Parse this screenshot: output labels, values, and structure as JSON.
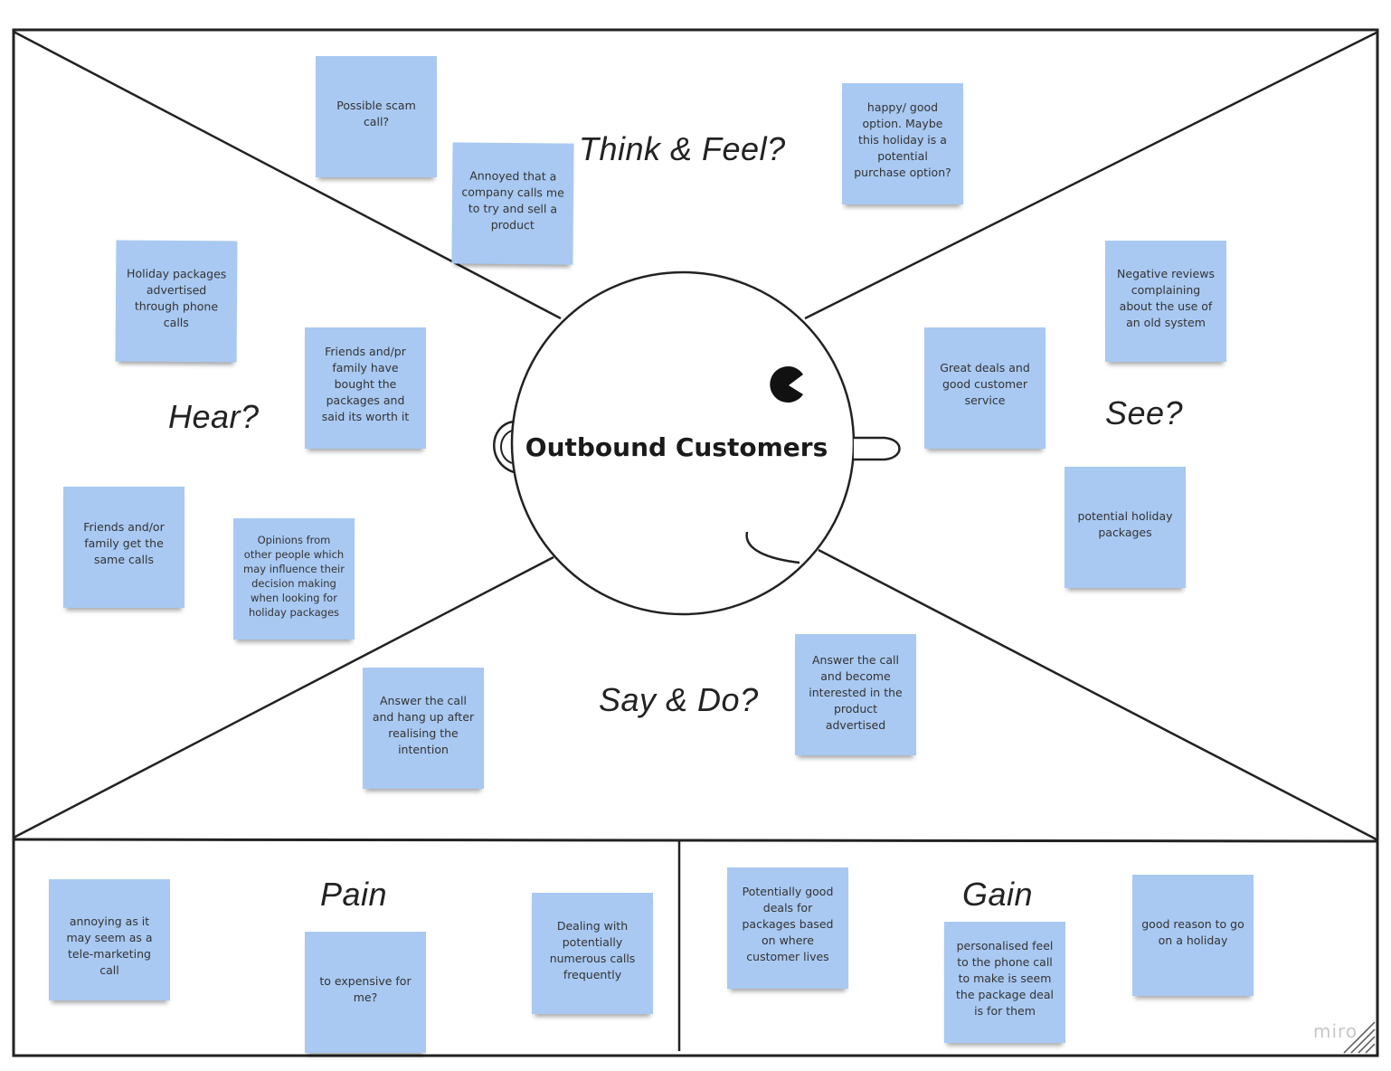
{
  "center": {
    "title": "Outbound Customers"
  },
  "sections": {
    "think_feel": "Think & Feel?",
    "hear": "Hear?",
    "see": "See?",
    "say_do": "Say & Do?",
    "pain": "Pain",
    "gain": "Gain"
  },
  "notes": {
    "think_feel": [
      "Possible scam call?",
      "Annoyed that a company calls me to try and sell a product",
      "happy/ good option. Maybe this holiday is a potential purchase option?"
    ],
    "hear": [
      "Holiday packages advertised through phone calls",
      "Friends and/pr family have bought the packages and said its worth it",
      "Friends and/or family get the same calls",
      "Opinions from other people which may influence their decision making when looking for holiday packages"
    ],
    "see": [
      "Negative reviews complaining about the use of an old system",
      "Great deals and good customer service",
      "potential holiday packages"
    ],
    "say_do": [
      "Answer the call and hang up after realising the intention",
      "Answer the call and become interested in the product advertised"
    ],
    "pain": [
      "annoying as it may seem as a tele-marketing call",
      "to expensive for me?",
      "Dealing with potentially numerous calls frequently"
    ],
    "gain": [
      "Potentially good deals for packages based on where customer lives",
      "personalised feel to the phone call to make is seem the package deal is for them",
      "good reason to go on a holiday"
    ]
  },
  "watermark": "miro",
  "colors": {
    "sticky_note": "#a9c9f2",
    "line": "#222222"
  }
}
